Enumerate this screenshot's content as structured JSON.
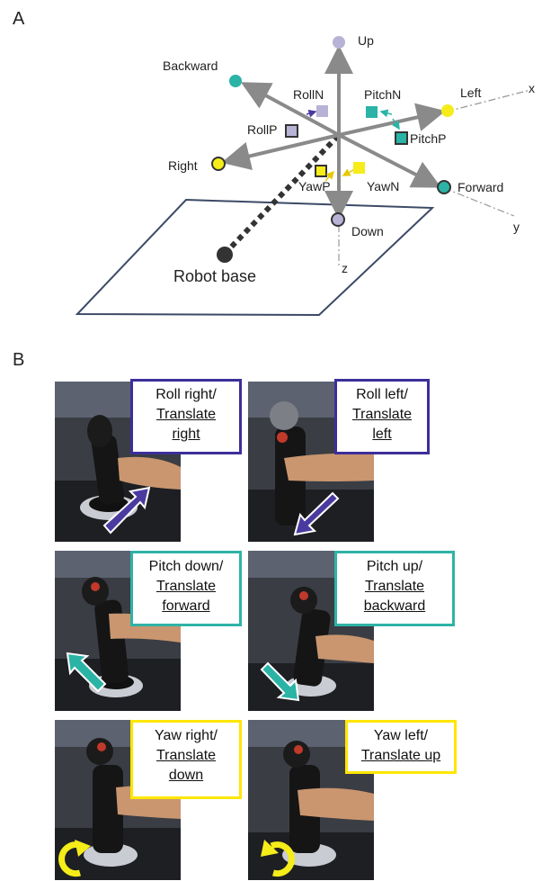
{
  "panel_a": {
    "letter": "A",
    "directions": {
      "up": "Up",
      "down": "Down",
      "backward": "Backward",
      "forward": "Forward",
      "left": "Left",
      "right": "Right"
    },
    "rotations": {
      "roll_n": "RollN",
      "roll_p": "RollP",
      "pitch_n": "PitchN",
      "pitch_p": "PitchP",
      "yaw_n": "YawN",
      "yaw_p": "YawP"
    },
    "axes": {
      "x": "x",
      "y": "y",
      "z": "z"
    },
    "base_label": "Robot base"
  },
  "panel_b": {
    "letter": "B",
    "panels": [
      {
        "line1": "Roll right/",
        "line2": "Translate",
        "line3": "right",
        "color": "#3d2f9a"
      },
      {
        "line1": "Roll left/",
        "line2": "Translate",
        "line3": "left",
        "color": "#3d2f9a"
      },
      {
        "line1": "Pitch down/",
        "line2": "Translate",
        "line3": "forward",
        "color": "#2fb3a6"
      },
      {
        "line1": "Pitch up/",
        "line2": "Translate",
        "line3": "backward",
        "color": "#2fb3a6"
      },
      {
        "line1": "Yaw right/",
        "line2": "Translate",
        "line3": "down",
        "color": "#ffe600"
      },
      {
        "line1": "Yaw left/",
        "line2": "Translate up",
        "line3": "",
        "color": "#ffe600"
      }
    ]
  },
  "colors": {
    "roll": "#b7b3d6",
    "roll_arrow": "#4a3aa0",
    "pitch": "#2bb3a6",
    "yaw": "#f5ec1a",
    "axis": "#8a8a8a",
    "plane": "#3c4a66"
  }
}
